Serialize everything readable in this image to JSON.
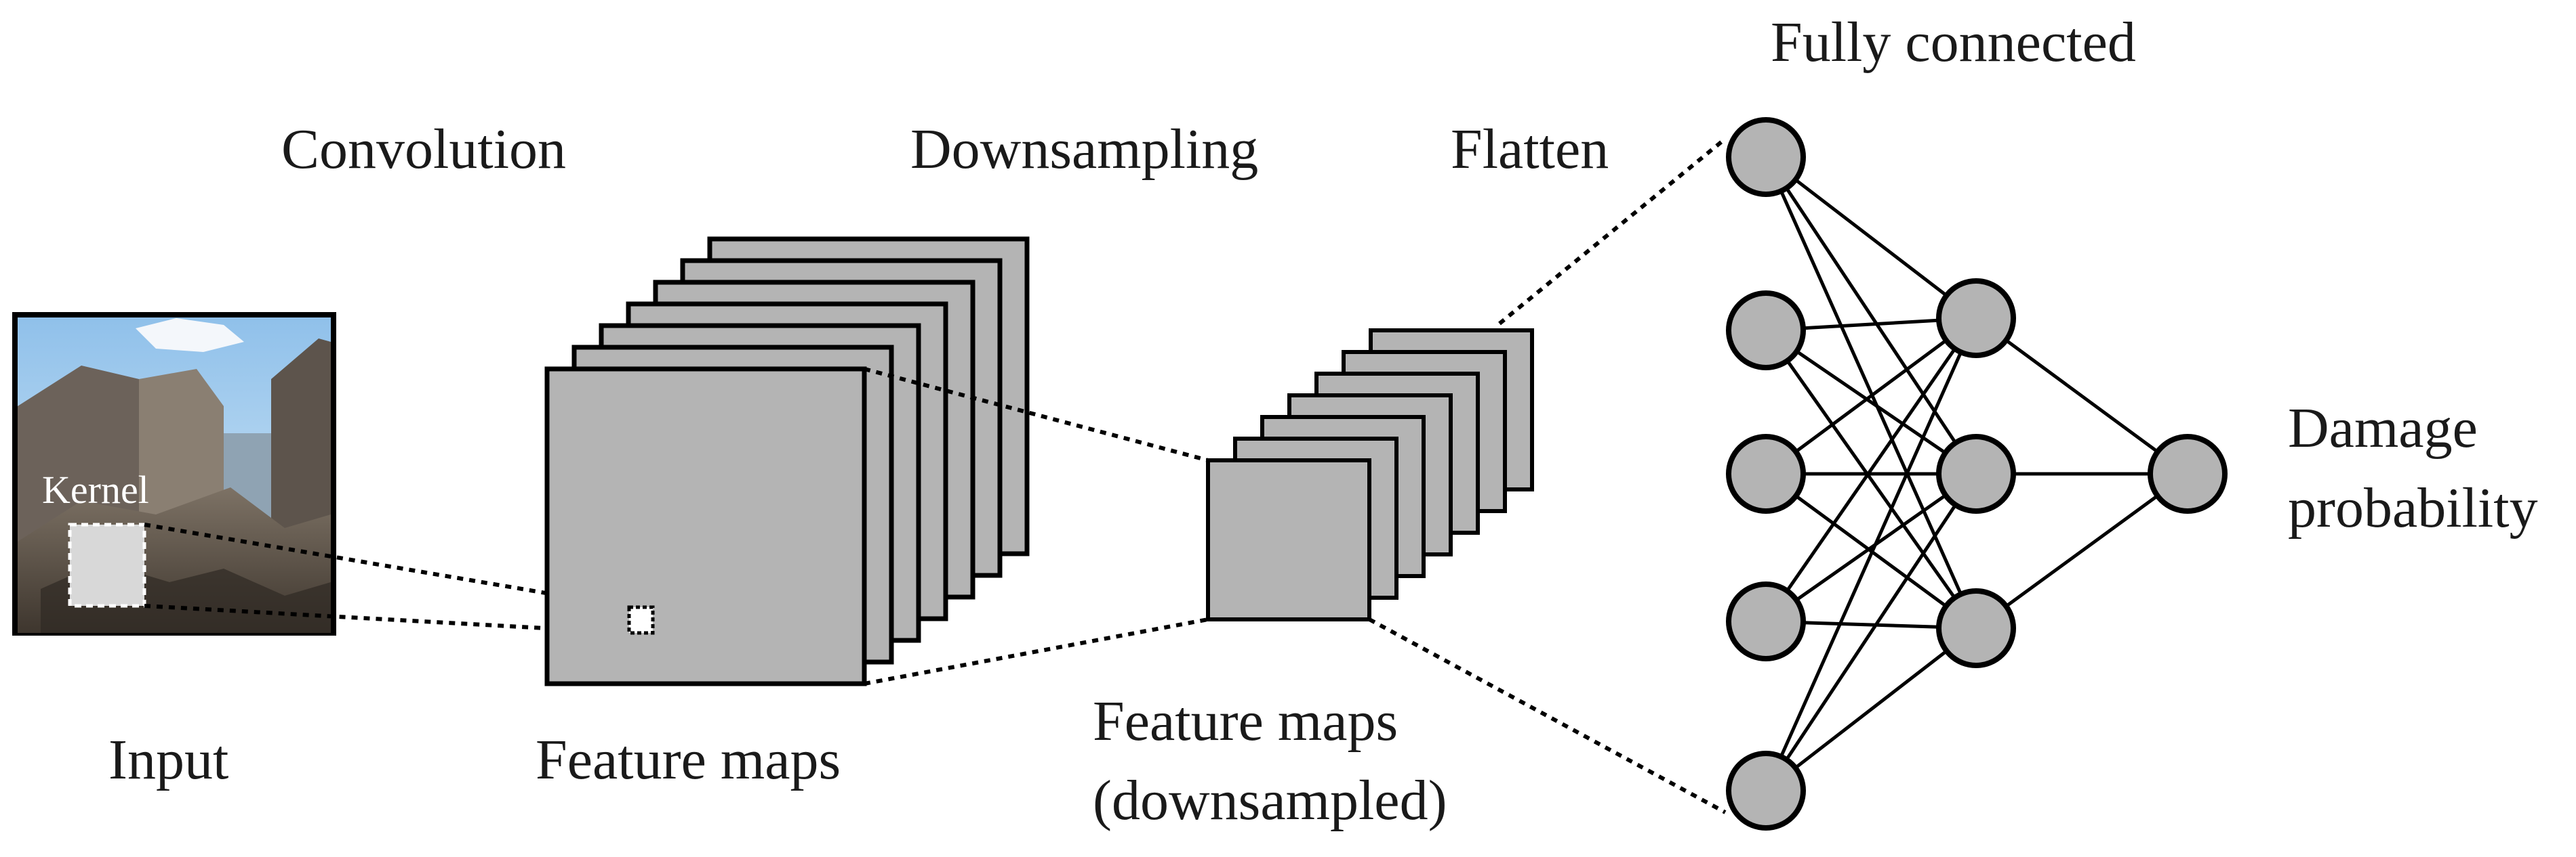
{
  "labels": {
    "convolution": "Convolution",
    "downsampling": "Downsampling",
    "flatten": "Flatten",
    "fully_connected": "Fully connected",
    "damage_line1": "Damage",
    "damage_line2": "probability",
    "kernel": "Kernel",
    "input": "Input",
    "feature_maps": "Feature maps",
    "feature_maps_ds_line1": "Feature maps",
    "feature_maps_ds_line2": "(downsampled)"
  },
  "colors": {
    "map_fill": "#b4b4b4",
    "node_fill": "#b4b4b4",
    "stroke": "#000000"
  },
  "network": {
    "layers": [
      5,
      3,
      1
    ]
  }
}
